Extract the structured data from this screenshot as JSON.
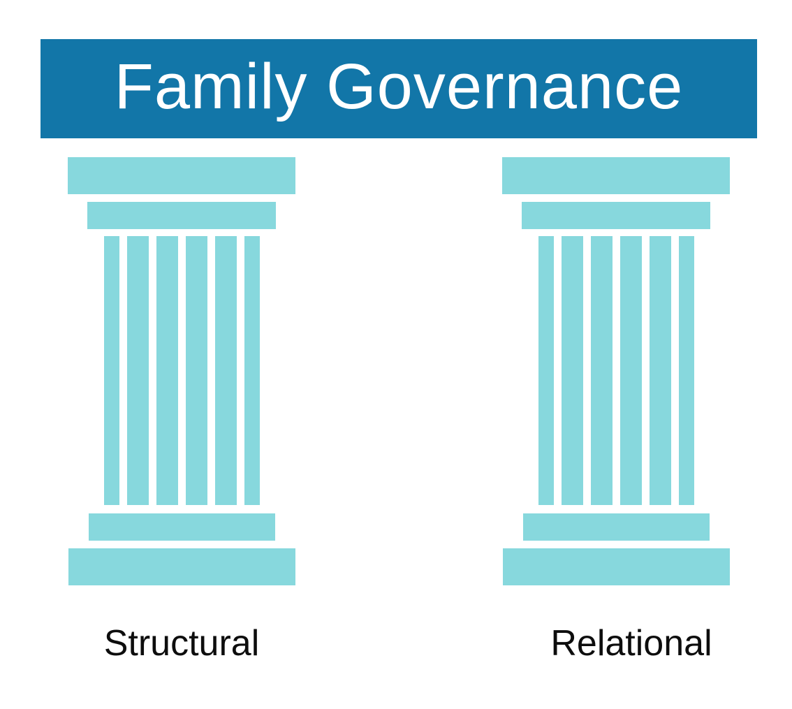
{
  "diagram": {
    "title": "Family Governance",
    "pillars": [
      {
        "id": "structural",
        "label": "Structural"
      },
      {
        "id": "relational",
        "label": "Relational"
      }
    ]
  },
  "colors": {
    "banner_bg": "#1276a8",
    "banner_text": "#ffffff",
    "pillar_fill": "#87d8dd",
    "label_text": "#0d0d0d",
    "background": "#ffffff"
  }
}
